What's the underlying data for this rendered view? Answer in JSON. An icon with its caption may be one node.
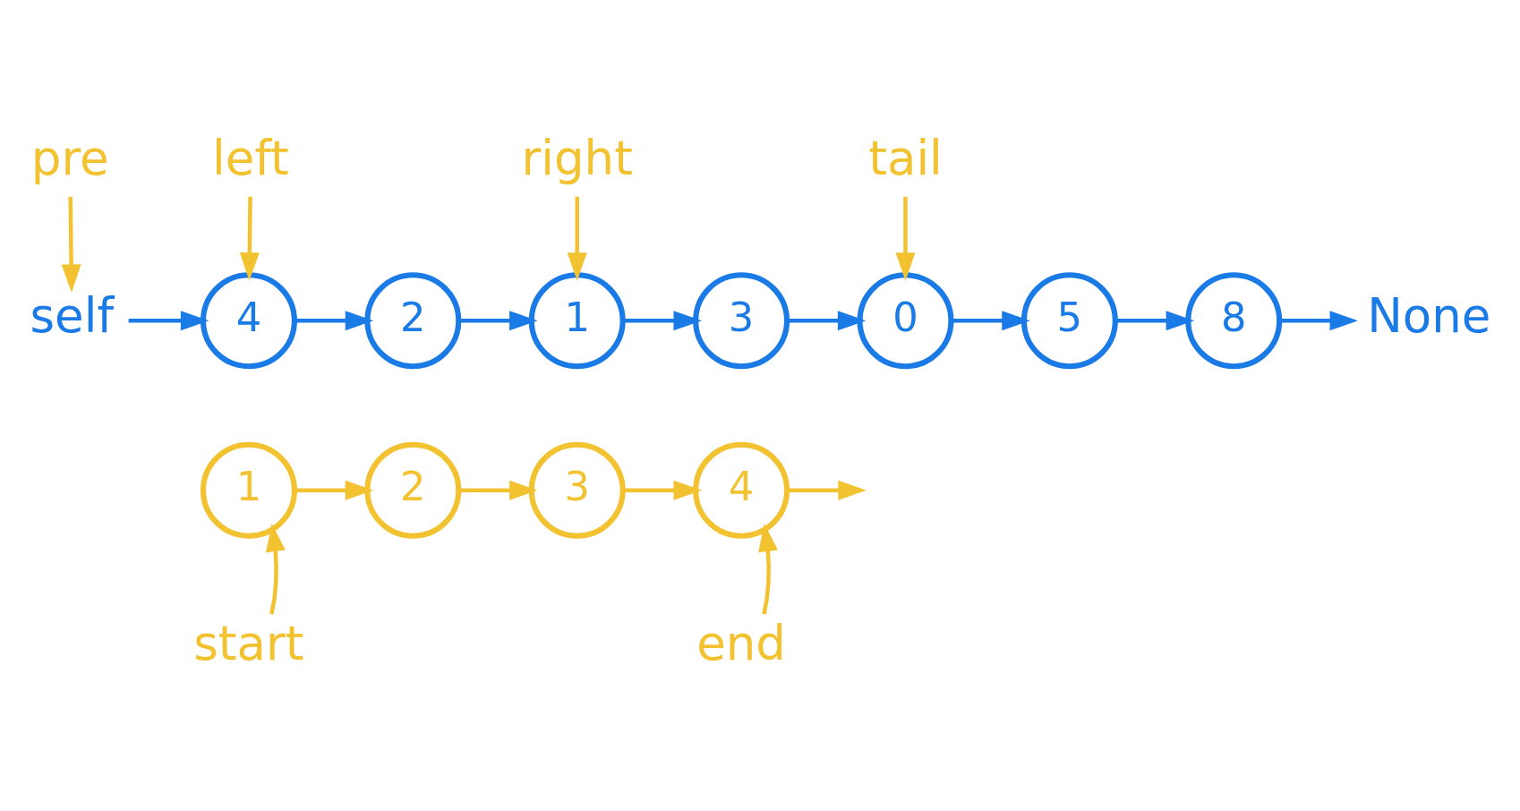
{
  "diagram": {
    "nodes": [
      {
        "text": [
          "pre"
        ]
      },
      {
        "text": [
          "left"
        ]
      },
      {
        "text": [
          "right"
        ]
      },
      {
        "text": [
          "tail"
        ]
      },
      {
        "text": [
          "self"
        ]
      },
      {
        "text": [
          "4"
        ]
      },
      {
        "text": [
          "2"
        ]
      },
      {
        "text": [
          "1"
        ]
      },
      {
        "text": [
          "3"
        ]
      },
      {
        "text": [
          "0"
        ]
      },
      {
        "text": [
          "5"
        ]
      },
      {
        "text": [
          "8"
        ]
      },
      {
        "text": [
          "None"
        ]
      },
      {
        "text": [
          "1"
        ]
      },
      {
        "text": [
          "2"
        ]
      },
      {
        "text": [
          "3"
        ]
      },
      {
        "text": [
          "4"
        ]
      },
      {
        "text": [
          "start"
        ]
      },
      {
        "text": [
          "end"
        ]
      }
    ],
    "edges": [
      {
        "from": 0,
        "to": 4,
        "arrow": "to"
      },
      {
        "from": 1,
        "to": 5,
        "arrow": "to"
      },
      {
        "from": 2,
        "to": 7,
        "arrow": "to"
      },
      {
        "from": 3,
        "to": 9,
        "arrow": "to"
      },
      {
        "from": 4,
        "to": 5,
        "arrow": "to",
        "color": "#1a7ae6"
      },
      {
        "from": 5,
        "to": 6,
        "arrow": "to",
        "color": "#1a7ae6"
      },
      {
        "from": 6,
        "to": 7,
        "arrow": "to",
        "color": "#1a7ae6"
      },
      {
        "from": 7,
        "to": 8,
        "arrow": "to",
        "color": "#1a7ae6"
      },
      {
        "from": 8,
        "to": 9,
        "arrow": "to",
        "color": "#1a7ae6"
      },
      {
        "from": 9,
        "to": 10,
        "arrow": "to",
        "color": "#1a7ae6"
      },
      {
        "from": 10,
        "to": 11,
        "arrow": "to",
        "color": "#1a7ae6"
      },
      {
        "from": 11,
        "to": 12,
        "arrow": "to",
        "color": "#1a7ae6"
      },
      {
        "from": 13,
        "to": 14,
        "arrow": "to"
      },
      {
        "from": 14,
        "to": 15,
        "arrow": "to"
      },
      {
        "from": 15,
        "to": 16,
        "arrow": "to"
      },
      {
        "from": 16,
        "to": null,
        "arrow": "to"
      },
      {
        "from": 17,
        "to": 13,
        "arrow": "to"
      },
      {
        "from": 18,
        "to": 16,
        "arrow": "to"
      }
    ]
  }
}
